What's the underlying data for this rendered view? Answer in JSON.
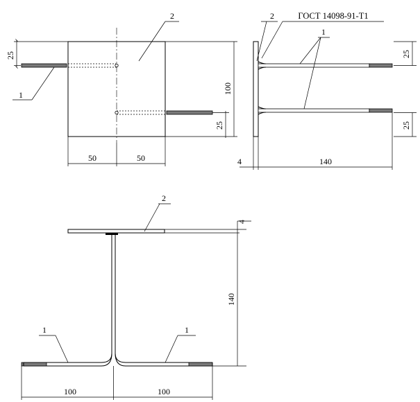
{
  "drawing": {
    "standard_label": "ГОСТ 14098-91-Т1",
    "front_view": {
      "dim_left_top": "25",
      "dim_right_bottom": "25",
      "dim_height": "100",
      "dim_bottom_left": "50",
      "dim_bottom_right": "50",
      "callout_1": "1",
      "callout_2": "2"
    },
    "side_view": {
      "callout_2": "2",
      "callout_1": "1",
      "dim_right_top": "25",
      "dim_right_bottom": "25",
      "dim_plate_thickness": "4",
      "dim_length": "140"
    },
    "bottom_view": {
      "callout_2": "2",
      "callout_1_left": "1",
      "callout_1_right": "1",
      "dim_plate_thickness": "4",
      "dim_height": "140",
      "dim_left": "100",
      "dim_right": "100"
    }
  }
}
